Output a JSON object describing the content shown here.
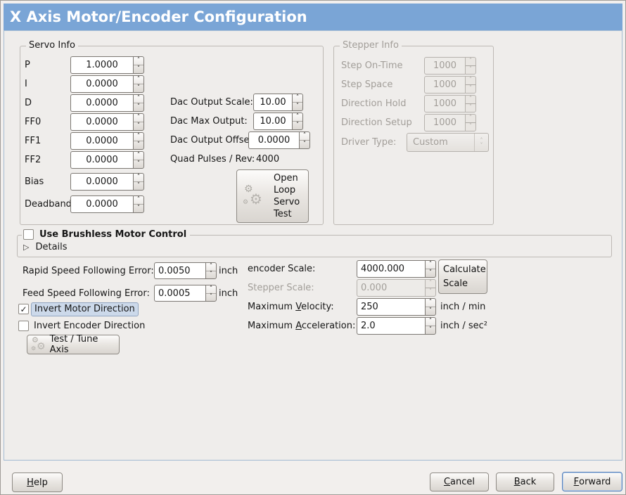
{
  "window": {
    "title": "X Axis Motor/Encoder Configuration"
  },
  "colors": {
    "header_blue": "#7aa5d6",
    "panel_border_blue": "#a3bbd2",
    "focus_highlight": "#ccd9ea"
  },
  "icons": {
    "up": "˄",
    "down": "˅",
    "gear": "⚙",
    "expander": "▷",
    "check": "✓"
  },
  "servo": {
    "title": "Servo Info",
    "rows": [
      {
        "label": "P",
        "value": "1.0000"
      },
      {
        "label": "I",
        "value": "0.0000"
      },
      {
        "label": "D",
        "value": "0.0000"
      },
      {
        "label": "FF0",
        "value": "0.0000"
      },
      {
        "label": "FF1",
        "value": "0.0000"
      },
      {
        "label": "FF2",
        "value": "0.0000"
      },
      {
        "label": "Bias",
        "value": "0.0000"
      },
      {
        "label": "Deadband",
        "value": "0.0000"
      }
    ]
  },
  "dac": {
    "rows": [
      {
        "label": "Dac Output Scale:",
        "value": "10.00"
      },
      {
        "label": "Dac Max Output:",
        "value": "10.00"
      },
      {
        "label": "Dac Output Offset:",
        "value": "0.0000"
      }
    ],
    "quad_label": "Quad Pulses / Rev:",
    "quad_value": "4000",
    "open_loop_label": "Open\nLoop\nServo\nTest"
  },
  "stepper": {
    "title": "Stepper Info",
    "rows": [
      {
        "label": "Step On-Time",
        "value": "1000"
      },
      {
        "label": "Step Space",
        "value": "1000"
      },
      {
        "label": "Direction Hold",
        "value": "1000"
      },
      {
        "label": "Direction Setup",
        "value": "1000"
      }
    ],
    "driver_label": "Driver Type:",
    "driver_value": "Custom"
  },
  "brushless": {
    "checkbox_label": "Use Brushless Motor Control",
    "details_label": "Details"
  },
  "following": {
    "rapid_label": "Rapid Speed Following Error:",
    "rapid_value": "0.0050",
    "rapid_unit": "inch",
    "feed_label": "Feed Speed Following Error:",
    "feed_value": "0.0005",
    "feed_unit": "inch"
  },
  "invert": {
    "motor_label": "Invert Motor Direction",
    "encoder_label": "Invert Encoder Direction"
  },
  "test_axis": {
    "label": "Test / Tune Axis"
  },
  "scales": {
    "encoder_label": "encoder Scale:",
    "encoder_value": "4000.000",
    "calculate_label": "Calculate\nScale",
    "stepper_label": "Stepper Scale:",
    "stepper_value": "0.000",
    "velocity": {
      "pre": "Maximum ",
      "key": "V",
      "post": "elocity:",
      "value": "250",
      "unit": "inch / min"
    },
    "acceleration": {
      "pre": "Maximum ",
      "key": "A",
      "post": "cceleration:",
      "value": "2.0",
      "unit": "inch / sec²"
    }
  },
  "footer": {
    "help": {
      "key": "H",
      "post": "elp"
    },
    "cancel": {
      "key": "C",
      "post": "ancel"
    },
    "back": {
      "key": "B",
      "post": "ack"
    },
    "forward": {
      "key": "F",
      "post": "orward"
    }
  }
}
